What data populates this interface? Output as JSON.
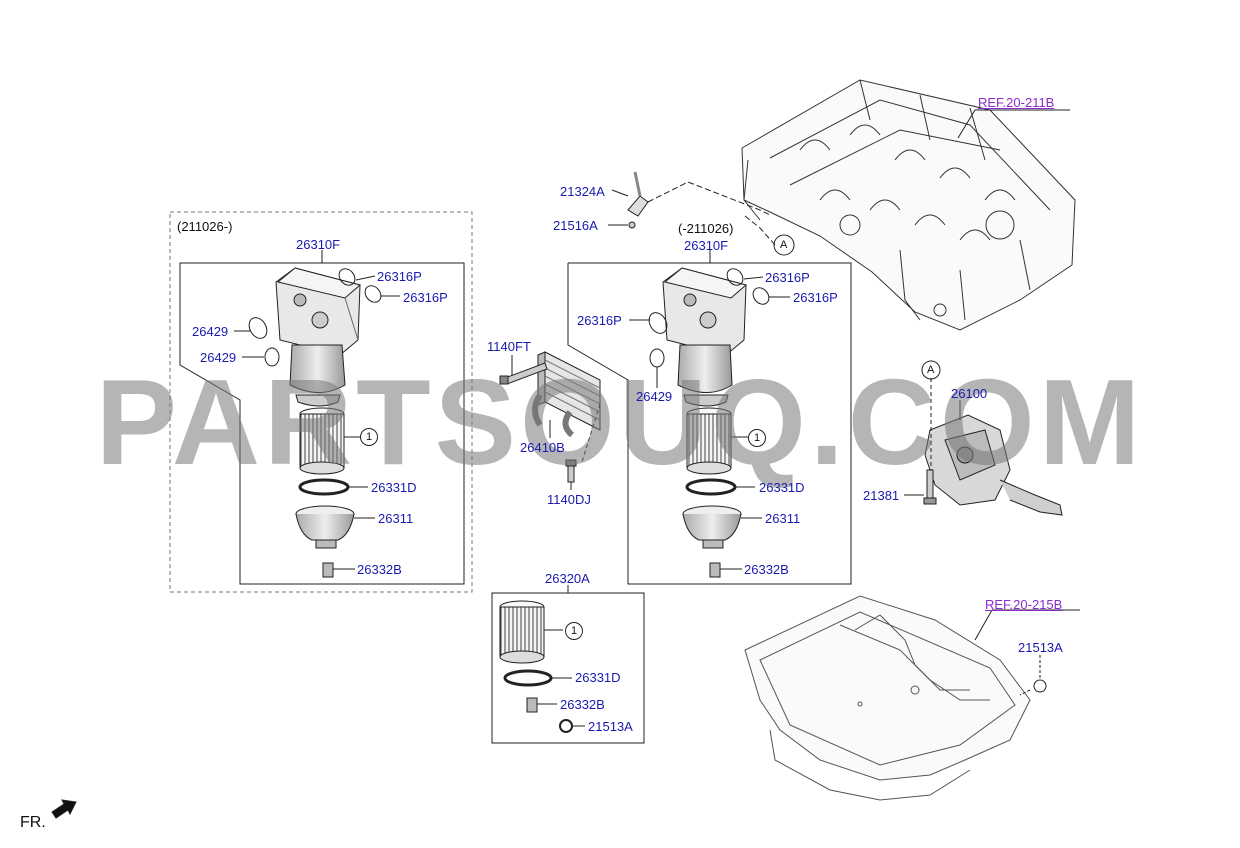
{
  "labels": {
    "ref_block": "REF.20-211B",
    "ref_pan": "REF.20-215B",
    "l_21324A": "21324A",
    "l_21516A": "21516A",
    "l_date_left": "(211026-)",
    "l_26310F_left": "26310F",
    "l_26316P_l1": "26316P",
    "l_26316P_l2": "26316P",
    "l_26429_l1": "26429",
    "l_26429_l2": "26429",
    "l_26331D_left": "26331D",
    "l_26311_left": "26311",
    "l_26332B_left": "26332B",
    "l_1140FT": "1140FT",
    "l_26410B": "26410B",
    "l_1140DJ": "1140DJ",
    "l_date_right": "(-211026)",
    "l_26310F_right": "26310F",
    "l_26316P_r1": "26316P",
    "l_26316P_r2": "26316P",
    "l_26316P_r3": "26316P",
    "l_26429_right": "26429",
    "l_26331D_right": "26331D",
    "l_26311_right": "26311",
    "l_26332B_right": "26332B",
    "l_26100": "26100",
    "l_21381": "21381",
    "l_26320A": "26320A",
    "l_26331D_mid": "26331D",
    "l_26332B_mid": "26332B",
    "l_21513A_mid": "21513A",
    "l_21513A_pan": "21513A"
  },
  "markers": {
    "circle_one": "1",
    "point_a": "A"
  },
  "watermark": "PARTSOUQ.COM",
  "direction": "FR.",
  "colors": {
    "part_number": "#1a1ab0",
    "reference": "#8a2bd0",
    "line": "#222222"
  }
}
